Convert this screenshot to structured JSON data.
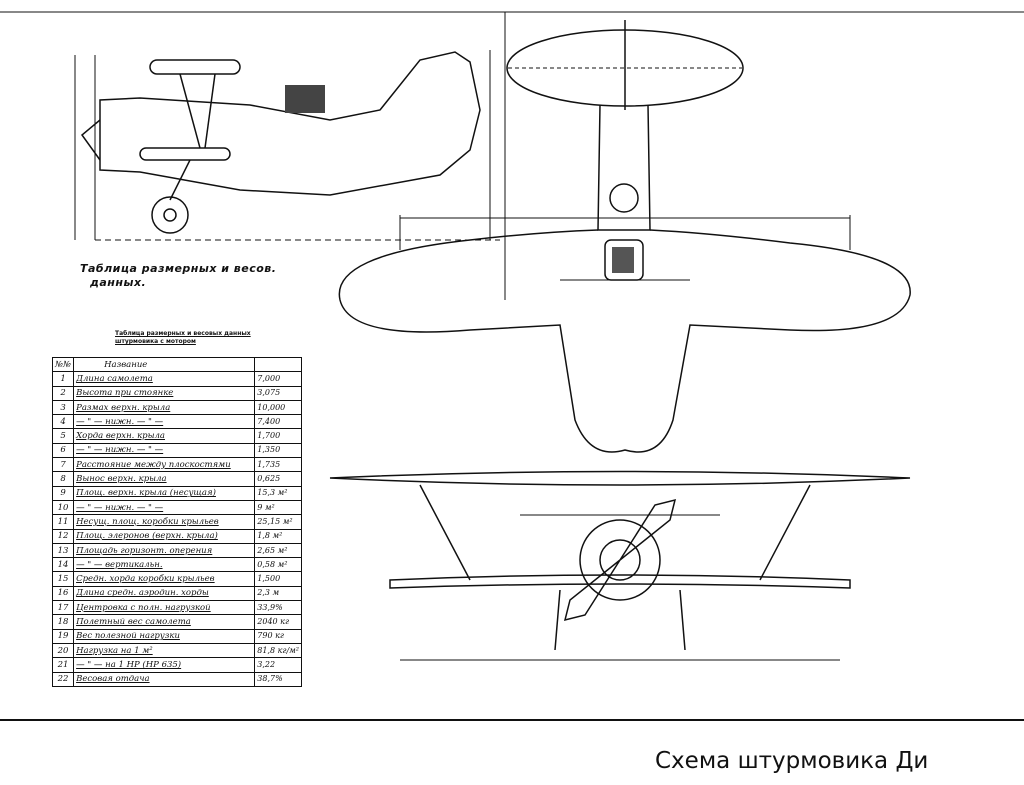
{
  "table_caption": [
    "Таблица размерных и весов.",
    "данных."
  ],
  "table_title": [
    "Таблица размерных и весовых данных",
    "штурмовика с мотором"
  ],
  "table": {
    "headers": [
      "№№",
      "Название",
      ""
    ],
    "rows": [
      {
        "n": "1",
        "label": "Длина самолета",
        "value": "7,000"
      },
      {
        "n": "2",
        "label": "Высота при стоянке",
        "value": "3,075"
      },
      {
        "n": "3",
        "label": "Размах верхн. крыла",
        "value": "10,000"
      },
      {
        "n": "4",
        "label": "— \" — нижн. — \" —",
        "value": "7,400"
      },
      {
        "n": "5",
        "label": "Хорда верхн. крыла",
        "value": "1,700"
      },
      {
        "n": "6",
        "label": "— \" — нижн. — \" —",
        "value": "1,350"
      },
      {
        "n": "7",
        "label": "Расстояние между плоскостями",
        "value": "1,735"
      },
      {
        "n": "8",
        "label": "Вынос верхн. крыла",
        "value": "0,625"
      },
      {
        "n": "9",
        "label": "Площ. верхн. крыла (несущая)",
        "value": "15,3 м²"
      },
      {
        "n": "10",
        "label": "— \" — нижн. — \" —",
        "value": "9 м²"
      },
      {
        "n": "11",
        "label": "Несущ. площ. коробки крыльев",
        "value": "25,15 м²"
      },
      {
        "n": "12",
        "label": "Площ. элеронов (верхн. крыла)",
        "value": "1,8 м²"
      },
      {
        "n": "13",
        "label": "Площадь горизонт. оперения",
        "value": "2,65 м²"
      },
      {
        "n": "14",
        "label": "— \" — вертикальн.",
        "value": "0,58 м²"
      },
      {
        "n": "15",
        "label": "Средн. хорда коробки крыльев",
        "value": "1,500"
      },
      {
        "n": "16",
        "label": "Длина средн. аэродин. хорды",
        "value": "2,3 м"
      },
      {
        "n": "17",
        "label": "Центровка с полн. нагрузкой",
        "value": "33,9%"
      },
      {
        "n": "18",
        "label": "Полетный вес самолета",
        "value": "2040 кг"
      },
      {
        "n": "19",
        "label": "Вес полезной нагрузки",
        "value": "790 кг"
      },
      {
        "n": "20",
        "label": "Нагрузка на 1 м²",
        "value": "81,8 кг/м²"
      },
      {
        "n": "21",
        "label": "— \" — на 1 HP (HP 635)",
        "value": "3,22"
      },
      {
        "n": "22",
        "label": "Весовая отдача",
        "value": "38,7%"
      }
    ]
  },
  "caption": "Схема штурмовика Ди"
}
